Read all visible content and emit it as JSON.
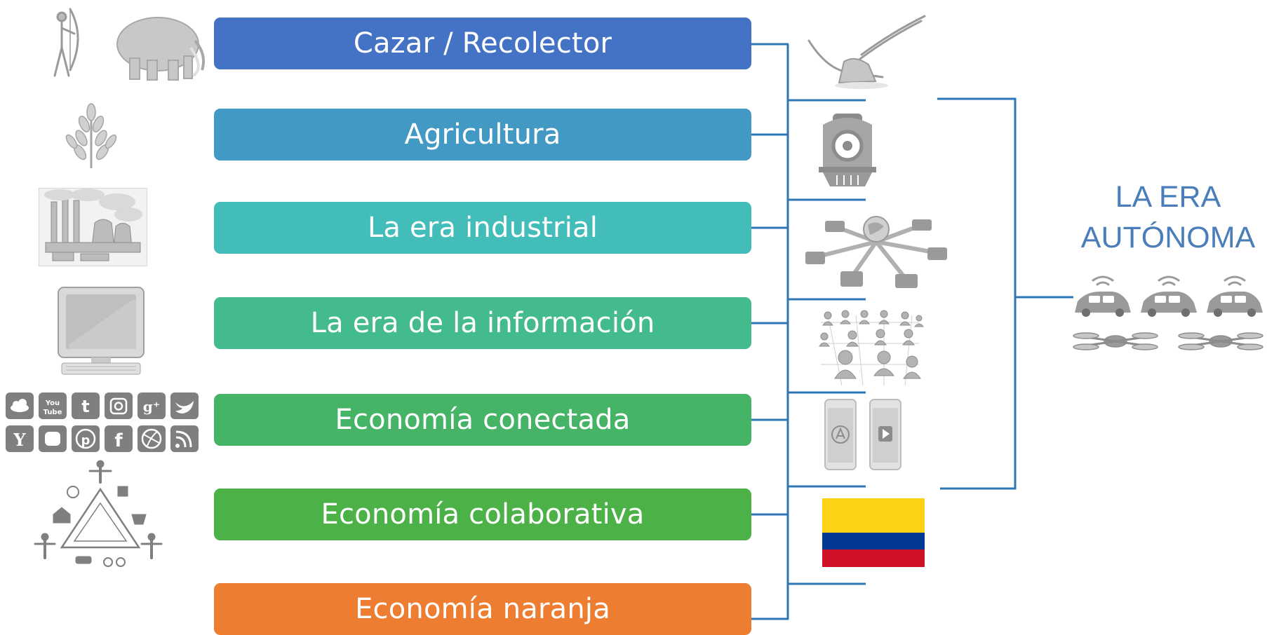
{
  "diagram": {
    "eras": [
      {
        "label": "Cazar / Recolector",
        "color": "#4472c4"
      },
      {
        "label": "Agricultura",
        "color": "#4199c4"
      },
      {
        "label": "La era industrial",
        "color": "#43bdb9"
      },
      {
        "label": "La era de la información",
        "color": "#44bb8c"
      },
      {
        "label": "Economía conectada",
        "color": "#45b467"
      },
      {
        "label": "Economía colaborativa",
        "color": "#4cb247"
      },
      {
        "label": "Economía naranja",
        "color": "#ed7d31"
      }
    ],
    "autonomous_era": {
      "line1": "LA ERA",
      "line2": "AUTÓNOMA"
    },
    "connector_color": "#2e75b6",
    "icon_color": "#9a9a9a",
    "flag_colors": [
      "#fcd116",
      "#003893",
      "#ce1126"
    ],
    "left_icons": [
      "hunter-mammoth-icon",
      "wheat-icon",
      "factory-icon",
      "computer-icon",
      "social-media-icons",
      "sharing-triangle-icon"
    ],
    "right_icons": [
      "plow-icon",
      "locomotive-icon",
      "network-icon",
      "people-network-icon",
      "smartphones-icon",
      "colombia-flag"
    ],
    "autonomous_icons": [
      "autonomous-cars-icon",
      "drones-icon"
    ]
  }
}
